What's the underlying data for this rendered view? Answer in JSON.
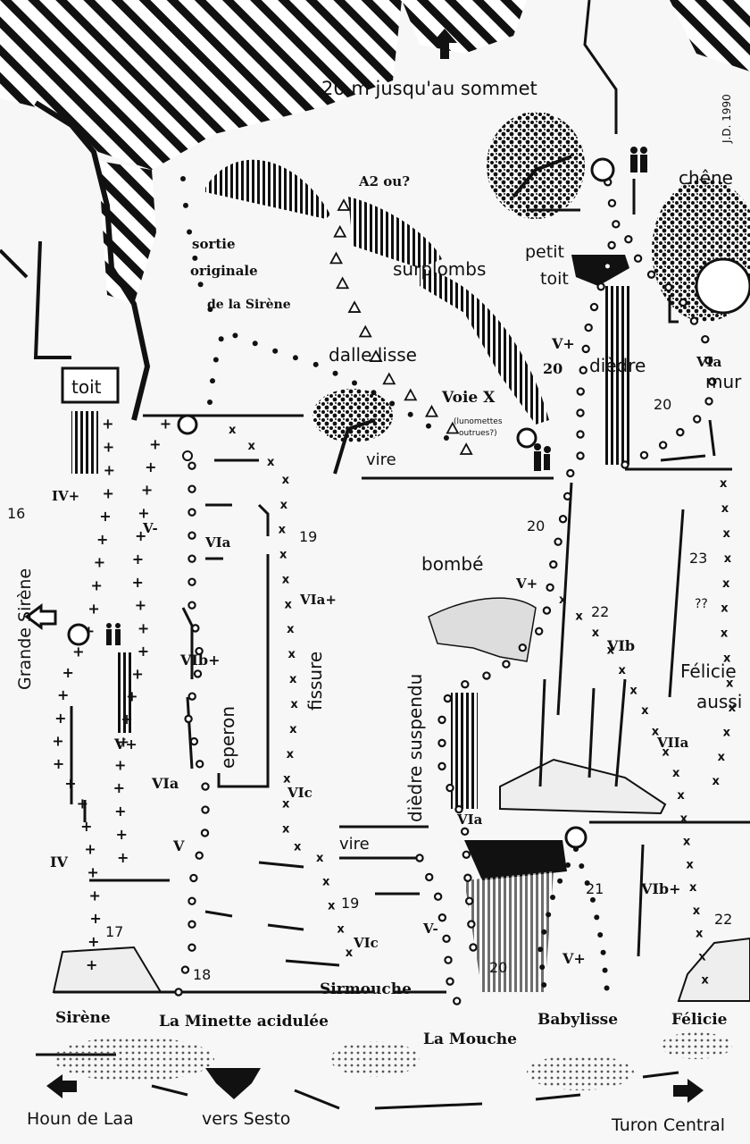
{
  "signature": "J.D. 1990",
  "top": {
    "summit_note": "20 m jusqu'au sommet"
  },
  "features": {
    "toit": "toit",
    "sortie_1": "sortie",
    "sortie_2": "originale",
    "sortie_3": "de la Sirène",
    "a2": "A2 ou?",
    "surplombs": "surplombs",
    "dalle": "dalle lisse",
    "voie_x": "Voie X",
    "voie_x_note_1": "(lunomettes",
    "voie_x_note_2": "outrues?)",
    "vire_top": "vire",
    "chene": "chêne",
    "petit_toit_1": "petit",
    "petit_toit_2": "toit",
    "diedre": "dièdre",
    "mur": "mur",
    "bombe": "bombé",
    "eperon": "eperon",
    "fissure": "fissure",
    "diedre_suspendu": "dièdre suspendu",
    "vire_mid": "vire",
    "felicie_aussi_1": "Félicie",
    "felicie_aussi_2": "aussi"
  },
  "grades": {
    "g_vplus_top": "V+",
    "g_20_diedre": "20",
    "g_via_mur": "VIa",
    "g_20_mur": "20",
    "g_16": "16",
    "g_ivplus": "IV+",
    "g_vminus": "V-",
    "g_via_1": "VIa",
    "g_19_top": "19",
    "g_viaplus": "VIa+",
    "g_20_mid": "20",
    "g_vplus_mid": "V+",
    "g_22": "22",
    "g_vib": "VIb",
    "g_23": "23",
    "g_qq": "??",
    "g_vibplus": "VIb+",
    "g_vplus_left": "V+",
    "g_via_2": "VIa",
    "g_vic_1": "VIc",
    "g_viia": "VIIa",
    "g_via_3": "VIa",
    "g_v": "V",
    "g_iv": "IV",
    "g_21": "21",
    "g_vibplus_2": "VIb+",
    "g_19_low": "19",
    "g_22_low": "22",
    "g_17": "17",
    "g_vminus_low": "V-",
    "g_vic_2": "VIc",
    "g_vplus_low": "V+",
    "g_20_low": "20",
    "g_18": "18"
  },
  "routes": {
    "grande_sirene": "Grande Sirène",
    "sirene": "Sirène",
    "minette": "La Minette acidulée",
    "sirmouche": "Sirmouche",
    "mouche": "La Mouche",
    "babylisse": "Babylisse",
    "felicie": "Félicie"
  },
  "navigation": {
    "left": "Houn de Laa",
    "center": "vers Sesto",
    "right": "Turon Central"
  },
  "icons": {
    "summit": "arrow-up-icon",
    "left": "arrow-left-icon",
    "center": "arrow-down-icon",
    "right": "arrow-right-icon",
    "grande_sirene": "arrow-left-outline-icon",
    "belay": "belay-ring-icon",
    "climbers": "climber-figures-icon",
    "tree": "tree-icon"
  }
}
